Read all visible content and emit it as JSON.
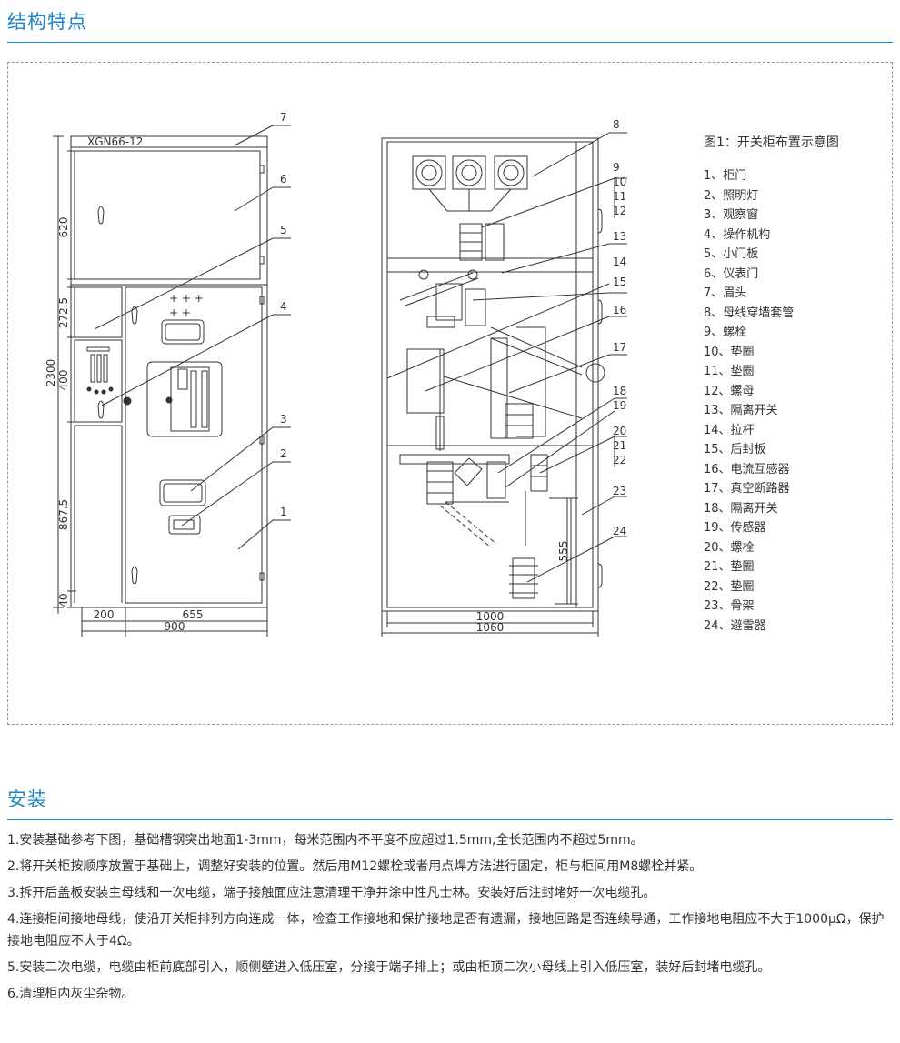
{
  "structure": {
    "title": "结构特点",
    "figure_caption": "图1：开关柜布置示意图",
    "legend": [
      "1、柜门",
      "2、照明灯",
      "3、观察窗",
      "4、操作机构",
      "5、小门板",
      "6、仪表门",
      "7、眉头",
      "8、母线穿墙套管",
      "9、螺栓",
      "10、垫圈",
      "11、垫圈",
      "12、螺母",
      "13、隔离开关",
      "14、拉杆",
      "15、后封板",
      "16、电流互感器",
      "17、真空断路器",
      "18、隔离开关",
      "19、传感器",
      "20、螺栓",
      "21、垫圈",
      "22、垫圈",
      "23、骨架",
      "24、避雷器"
    ],
    "front_view": {
      "model": "XGN66-12",
      "dims_vertical": [
        "620",
        "272.5",
        "400",
        "2300",
        "867.5",
        "40"
      ],
      "dims_horizontal": [
        "200",
        "655",
        "900"
      ],
      "callouts": [
        "7",
        "6",
        "5",
        "4",
        "3",
        "2",
        "1"
      ]
    },
    "side_view": {
      "dims_horizontal": [
        "1000",
        "1060"
      ],
      "dim_vertical": "555",
      "callouts": [
        "8",
        "9",
        "10",
        "11",
        "12",
        "13",
        "14",
        "15",
        "16",
        "17",
        "18",
        "19",
        "20",
        "21",
        "22",
        "23",
        "24"
      ]
    }
  },
  "install": {
    "title": "安装",
    "items": [
      "1.安装基础参考下图，基础槽钢突出地面1-3mm，每米范围内不平度不应超过1.5mm,全长范围内不超过5mm。",
      "2.将开关柜按顺序放置于基础上，调整好安装的位置。然后用M12螺栓或者用点焊方法进行固定，柜与柜间用M8螺栓并紧。",
      "3.拆开后盖板安装主母线和一次电缆，端子接触面应注意清理干净并涂中性凡士林。安装好后注封堵好一次电缆孔。",
      "4.连接柜间接地母线，使沿开关柜排列方向连成一体，检查工作接地和保护接地是否有遗漏，接地回路是否连续导通，工作接地电阻应不大于1000μΩ，保护接地电阻应不大于4Ω。",
      "5.安装二次电缆，电缆由柜前底部引入，顺侧壁进入低压室，分接于端子排上；或由柜顶二次小母线上引入低压室，装好后封堵电缆孔。",
      "6.清理柜内灰尘杂物。"
    ]
  },
  "colors": {
    "accent": "#1f86c6",
    "line": "#333333",
    "frame": "#9a9a9a"
  }
}
